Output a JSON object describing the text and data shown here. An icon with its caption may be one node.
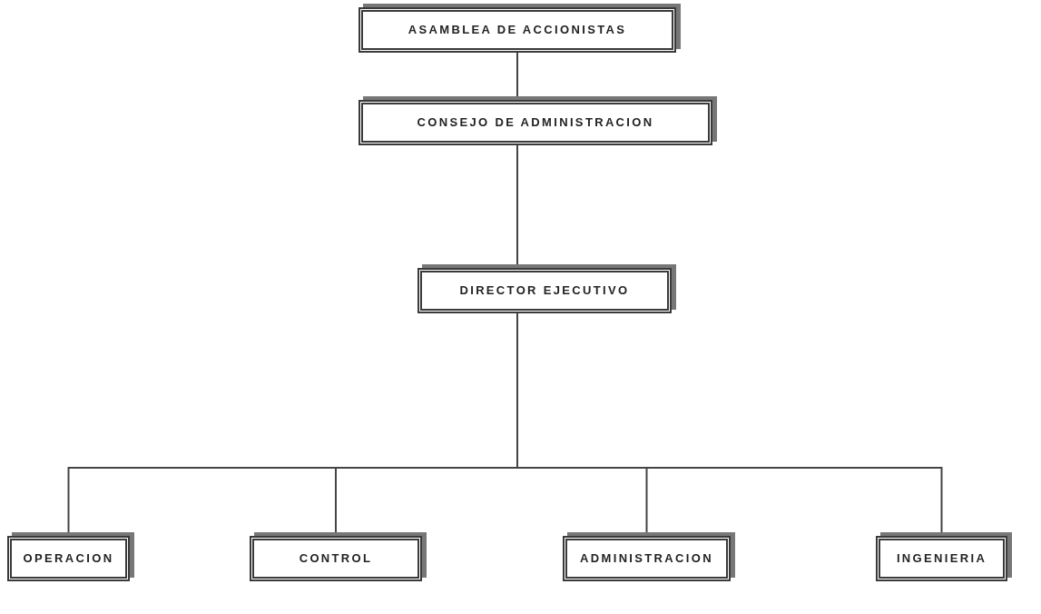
{
  "diagram": {
    "nodes": [
      {
        "text": [
          "ASAMBLEA DE ACCIONISTAS"
        ]
      },
      {
        "text": [
          "CONSEJO DE ADMINISTRACION"
        ]
      },
      {
        "text": [
          "DIRECTOR EJECUTIVO"
        ]
      },
      {
        "text": [
          "OPERACION"
        ]
      },
      {
        "text": [
          "CONTROL"
        ]
      },
      {
        "text": [
          "ADMINISTRACION"
        ]
      },
      {
        "text": [
          "INGENIERIA"
        ]
      }
    ],
    "edges": [
      {
        "from": 0,
        "to": 1,
        "arrow": "none"
      },
      {
        "from": 1,
        "to": 2,
        "arrow": "none"
      },
      {
        "from": 2,
        "to": 3,
        "arrow": "none"
      },
      {
        "from": 2,
        "to": 4,
        "arrow": "none"
      },
      {
        "from": 2,
        "to": 5,
        "arrow": "none"
      },
      {
        "from": 2,
        "to": 6,
        "arrow": "none"
      }
    ]
  }
}
